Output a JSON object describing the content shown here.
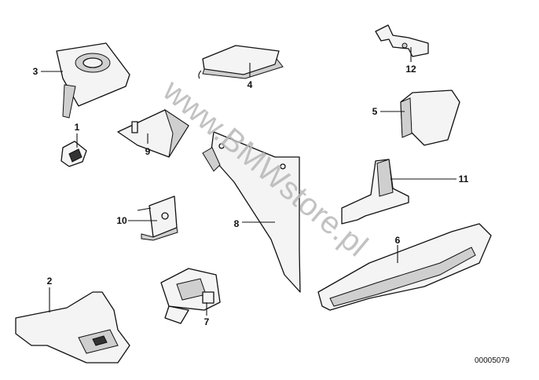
{
  "diagram": {
    "watermark": "www.BMWstore.pl",
    "drawing_number": "00005079",
    "callouts": [
      "1",
      "2",
      "3",
      "4",
      "5",
      "6",
      "7",
      "8",
      "9",
      "10",
      "11",
      "12"
    ]
  }
}
